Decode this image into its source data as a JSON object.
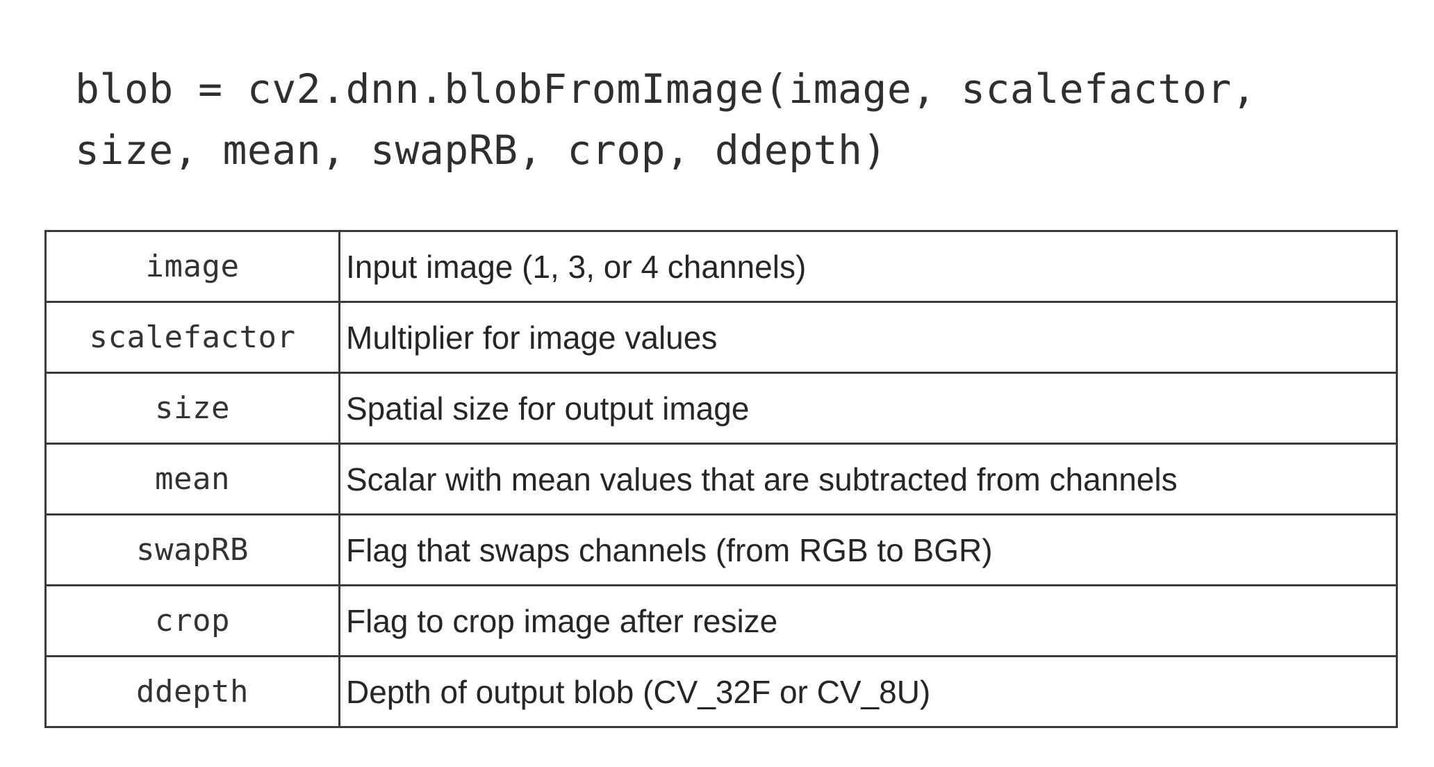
{
  "signature": {
    "line1": "blob = cv2.dnn.blobFromImage(image, scalefactor,",
    "line2": "size, mean, swapRB, crop, ddepth)"
  },
  "params": [
    {
      "name": "image",
      "description": "Input image (1, 3, or 4 channels)"
    },
    {
      "name": "scalefactor",
      "description": "Multiplier for image values"
    },
    {
      "name": "size",
      "description": "Spatial size for output image"
    },
    {
      "name": "mean",
      "description": "Scalar with mean values that are subtracted from channels"
    },
    {
      "name": "swapRB",
      "description": "Flag that swaps channels (from RGB to BGR)"
    },
    {
      "name": "crop",
      "description": "Flag to crop image after resize"
    },
    {
      "name": "ddepth",
      "description": "Depth of output blob (CV_32F or CV_8U)"
    }
  ]
}
